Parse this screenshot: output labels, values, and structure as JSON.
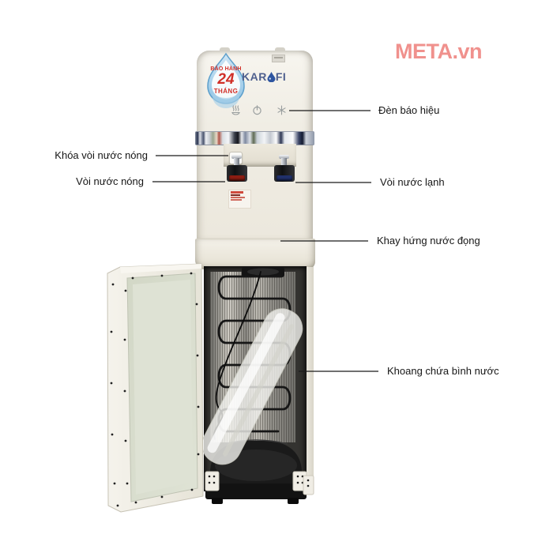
{
  "watermark": {
    "text": "META.vn",
    "color": "#f0918d"
  },
  "dispenser": {
    "brand": {
      "name": "KAROFI",
      "prefix": "KAR",
      "suffix": "FI",
      "color": "#4f608e"
    },
    "warranty_badge": {
      "line1": "BẢO HÀNH",
      "value": "24",
      "unit": "THÁNG",
      "text_color": "#d12f28",
      "drop_color": "#7db8dc"
    },
    "indicator_icons": [
      {
        "name": "hot-icon"
      },
      {
        "name": "power-icon"
      },
      {
        "name": "cold-icon"
      }
    ],
    "colors": {
      "body": "#f0ede4",
      "hot_accent": "#8c1d12",
      "cold_accent": "#20306a",
      "door_inner": "#dde1d3",
      "interior": "#343330"
    }
  },
  "annotations": [
    {
      "label": "Đèn báo hiệu"
    },
    {
      "label": "Khóa vòi nước nóng"
    },
    {
      "label": "Vòi nước nóng"
    },
    {
      "label": "Vòi nước lạnh"
    },
    {
      "label": "Khay hứng nước đọng"
    },
    {
      "label": "Khoang chứa bình nước"
    }
  ]
}
